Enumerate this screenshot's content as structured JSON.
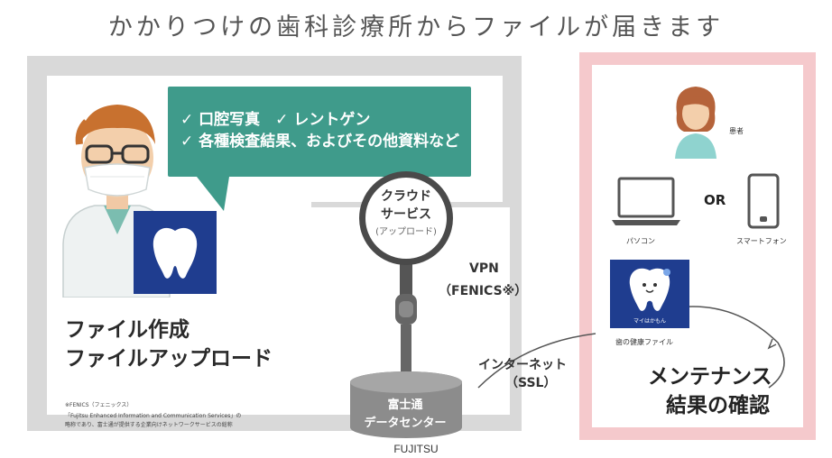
{
  "title": "かかりつけの歯科診療所からファイルが届きます",
  "bubble": {
    "line1": "✓ 口腔写真　✓ レントゲン",
    "line2": "✓ 各種検査結果、およびその他資料など"
  },
  "left_caption": {
    "line1": "ファイル作成",
    "line2": "ファイルアップロード"
  },
  "cloud": {
    "line1": "クラウド",
    "line2": "サービス",
    "line3": "(アップロード)"
  },
  "vpn": {
    "label": "VPN",
    "sub": "（FENICS※）"
  },
  "datacenter": {
    "line1": "富士通",
    "line2": "データセンター"
  },
  "internet": {
    "line1": "インターネット",
    "line2": "（SSL）"
  },
  "patient_label": "患者",
  "devices": {
    "or_label": "OR",
    "pc_label": "パソコン",
    "phone_label": "スマートフォン"
  },
  "app_card": {
    "logo_text": "マイはかもん",
    "caption": "歯の健康ファイル"
  },
  "maintenance": {
    "line1": "メンテナンス",
    "line2": "結果の確認"
  },
  "footnote": {
    "line1": "※FENICS（フェニックス）",
    "line2": "「Fujitsu Enhanced Information and Communication Services」の",
    "line3": "略称であり、富士通が提供する企業向けネットワークサービスの総称"
  },
  "footer": "FUJITSU",
  "colors": {
    "teal": "#3f9b8b",
    "navy": "#1f3d8f",
    "pink": "#f5c9cc",
    "gray": "#d9d9d9"
  }
}
